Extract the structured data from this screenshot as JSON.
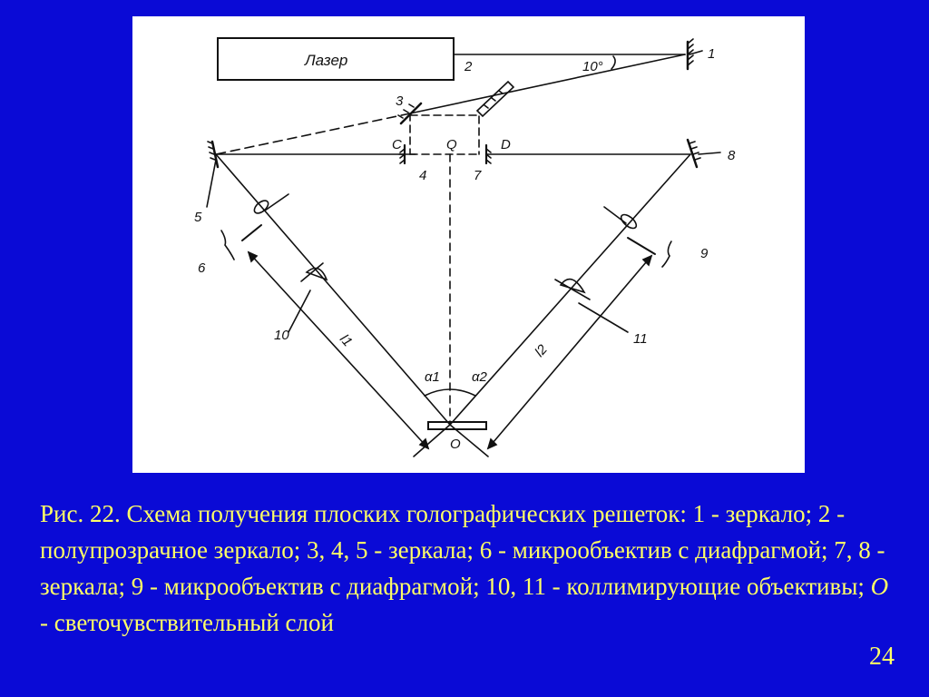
{
  "diagram": {
    "laser_label": "Лазер",
    "angle_label": "10°",
    "labels": {
      "n1": "1",
      "n2": "2",
      "n3": "3",
      "n4": "4",
      "n5": "5",
      "n6": "6",
      "n7": "7",
      "n8": "8",
      "n9": "9",
      "n10": "10",
      "n11": "11",
      "C": "C",
      "Q": "Q",
      "D": "D",
      "O": "O",
      "l1": "l1",
      "l2": "l2",
      "a1": "α1",
      "a2": "α2"
    }
  },
  "caption": {
    "part1": "Рис. 22. Схема получения плоских голографических решеток: 1 - зеркало; 2 - полупрозрачное зеркало; 3, 4, 5 - зеркала; 6 - микрообъектив с диафрагмой; 7, 8 - зеркала; 9 - микрообъектив с диафрагмой; 10, 11 - коллимирующие объективы; ",
    "italic_O": "O",
    "part2": " - светочувствительный слой"
  },
  "slide_number": "24",
  "colors": {
    "background": "#0a0ad6",
    "caption_text": "#ffff66",
    "panel": "#ffffff"
  }
}
